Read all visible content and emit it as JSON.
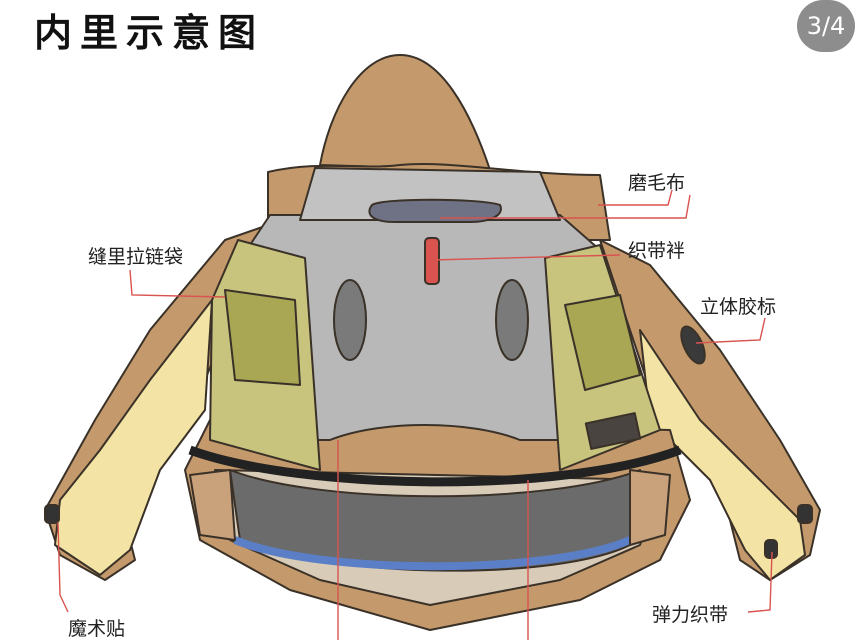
{
  "title": "内里示意图",
  "page_indicator": "3/4",
  "labels": {
    "brushed_fabric": "磨毛布",
    "webbing_loop": "织带袢",
    "inner_zip_pocket": "缝里拉链袋",
    "3d_rubber_label": "立体胶标",
    "velcro": "魔术贴",
    "elastic_webbing": "弹力织带"
  },
  "colors": {
    "shell": "#c49a6c",
    "lining": "#b8b8b8",
    "pocket_panel": "#c8c47e",
    "sleeve_lining": "#f3e3a4",
    "leader_line": "#d9534f",
    "hem_band": "#5b7fc7"
  }
}
